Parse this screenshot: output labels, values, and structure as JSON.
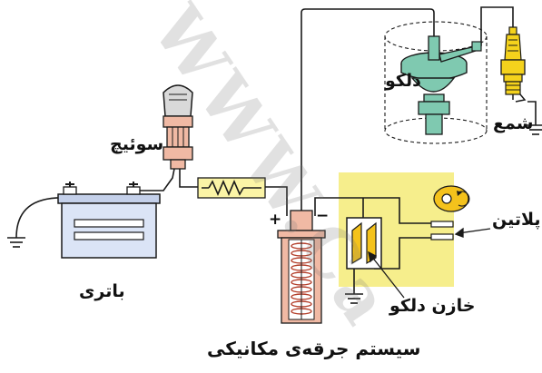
{
  "watermark": "WWW.Ca",
  "labels": {
    "distributor": "دلکو",
    "spark_plug": "شمع",
    "ignition_switch": "سوئیچ",
    "battery": "باتری",
    "contact_points": "پلاتین",
    "condenser": "خازن دلکو",
    "caption": "سیستم جرقه‌ی مکانیکی",
    "coil_plus": "+",
    "coil_minus": "−"
  },
  "colors": {
    "wire": "#1a1a1a",
    "battery_body": "#dbe4f6",
    "distributor": "#7fc9b0",
    "spark_plug": "#f4d21c",
    "switch_body": "#f0b9a4",
    "coil": "#f0b9a4",
    "highlight": "#f6ee8c",
    "resistor_box": "#fbf4a6"
  }
}
